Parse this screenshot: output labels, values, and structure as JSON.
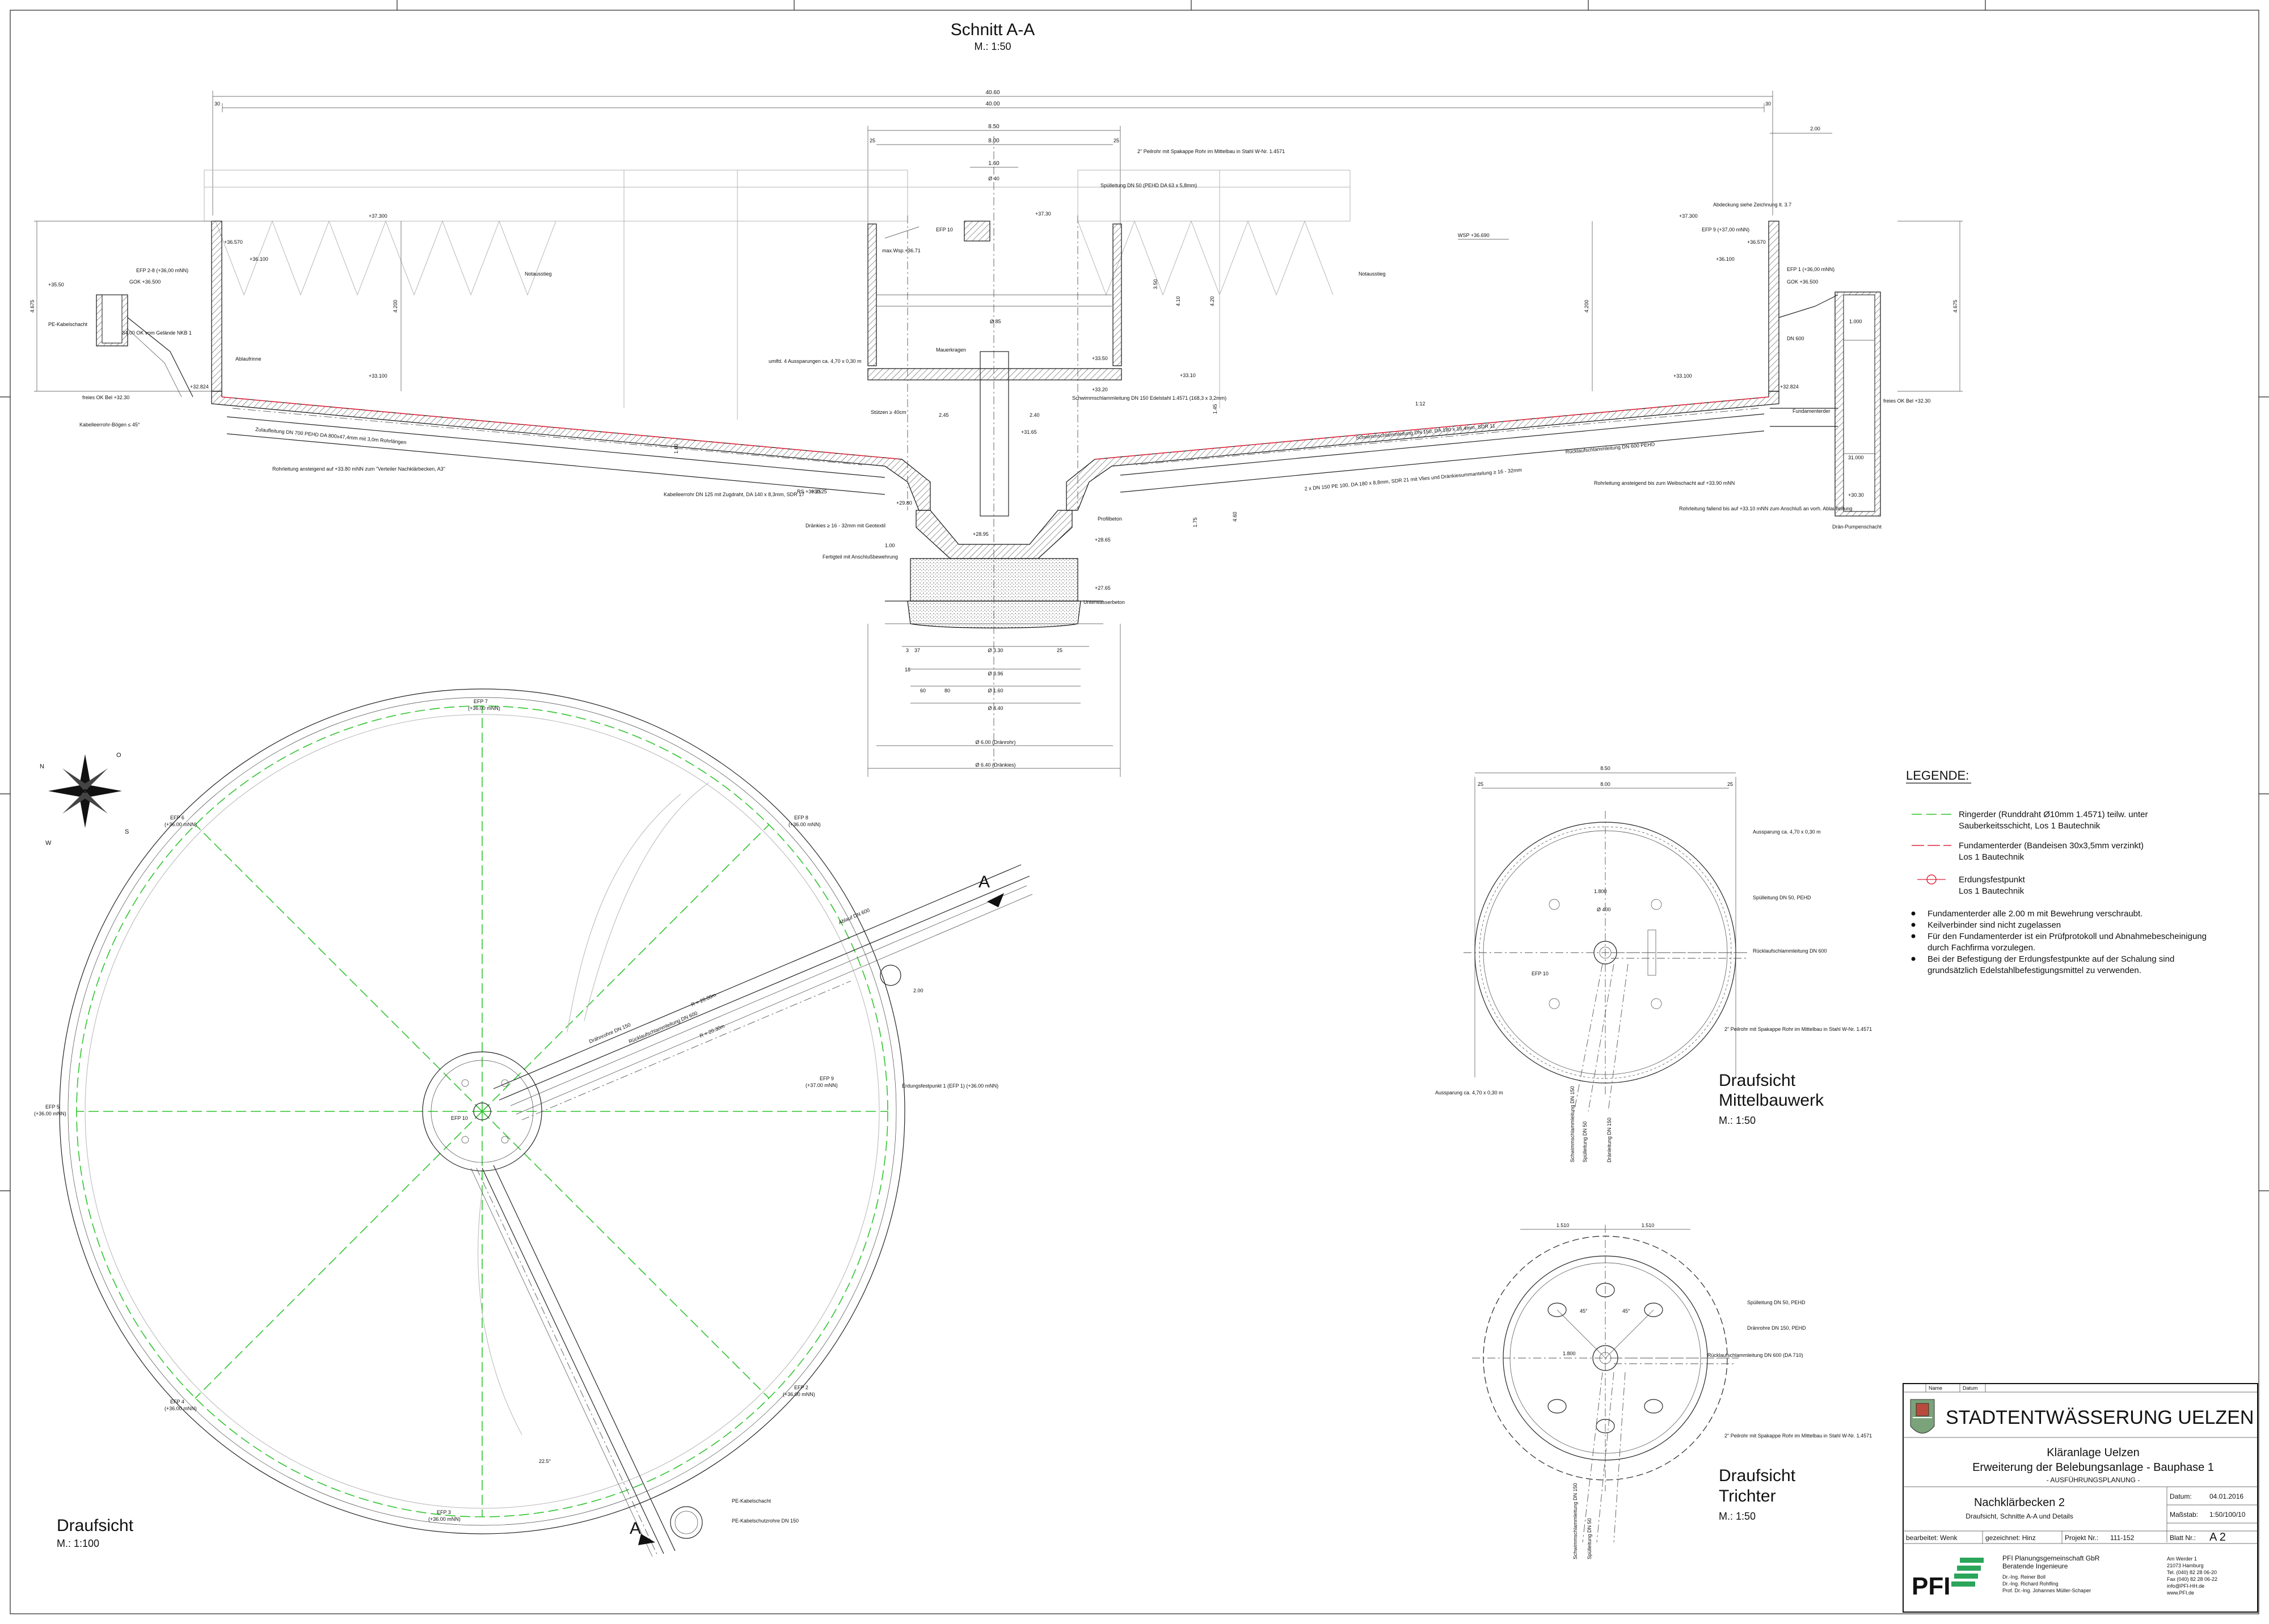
{
  "section": {
    "title": "Schnitt A-A",
    "scale": "M.: 1:50",
    "dims": {
      "total_outer": "40.60",
      "total_inner": "40.00",
      "edge_left": "30",
      "edge_right": "30",
      "center_outer": "8.50",
      "center_mid": "8.00",
      "center_inner": "1.60",
      "center_edge_l": "25",
      "center_edge_r": "25",
      "right_offset": "2.00",
      "diam_40": "Ø 40",
      "diam_85": "Ø 85",
      "height_4200_l": "4.200",
      "height_4200_r": "4.200",
      "height_4675_l": "4.675",
      "height_4675_r": "4.675",
      "h_350": "3.50",
      "h_410": "4.10",
      "h_420": "4.20",
      "h_145": "1.45",
      "h_160": "1.60",
      "h_175": "1.75",
      "h_460": "4.60",
      "h_100": "1.00",
      "h_245": "2.45",
      "h_240": "2.40",
      "h_1000": "1.000",
      "h_31000": "31.000",
      "slope_l": "1:12",
      "slope_r": "1:12"
    },
    "levels": {
      "top_l": "+37.300",
      "top_r": "+37.300",
      "efp_l": "EFP 2-8 (+36,00 mNN)",
      "efp_r": "EFP 1 (+36,00 mNN)",
      "efp9": "EFP 9 (+37,00 mNN)",
      "efp10": "EFP 10",
      "gok_l": "GOK +36.500",
      "gok_r": "GOK +36.500",
      "lvl_36570_l": "+36.570",
      "lvl_36570_r": "+36.570",
      "lvl_36100_l": "+36.100",
      "lvl_36100_r": "+36.100",
      "lvl_3550": "+35.50",
      "floor_l": "+33.100",
      "floor_r": "+33.100",
      "c_3730": "+37.30",
      "c_3350": "+33.50",
      "c_3310": "+33.10",
      "c_3320": "+33.20",
      "c_3165": "+31.65",
      "c_3025": "+30.25",
      "c_2980": "+29.80",
      "c_2895": "+28.95",
      "c_2865": "+28.65",
      "c_2765": "+27.65",
      "wsp": "WSP +36.690",
      "maxwsp": "max.Wsp.+36.71",
      "edge_l": "+32.824",
      "edge_r": "+32.824",
      "sohle_l": "freies OK Bel +32.30",
      "sohle_r": "freies OK Bel +32.30",
      "kab_l": "+34.00 OK vom Gelände NKB 1",
      "pump_top": "+30.30",
      "pump_mid": "31.000"
    },
    "notes": {
      "notausstieg_l": "Notausstieg",
      "notausstieg_r": "Notausstieg",
      "ablaufrinne": "Ablaufrinne",
      "kabelschacht": "PE-Kabelschacht",
      "kabelrohr": "Kabelleerrohr-Bögen ≤ 45°",
      "zulauf": "Zulaufleitung DN 700 PEHD DA 800x47,4mm mit 3,0m Rohrlängen",
      "rohr_l": "Rohrleitung ansteigend auf +33.80 mNN zum \"Verteiler Nachklärbecken, A3\"",
      "kabel125": "Kabelleerrohr DN 125 mit Zugdraht, DA 140 x 8,3mm, SDR 17",
      "rs": "RS +30.25",
      "drain": "Dränkies ≥ 16 - 32mm mit Geotextil",
      "fertigteil": "Fertigteil mit Anschlußbewehrung",
      "unterwasser": "Unterwasserbeton",
      "profilbeton": "Profilbeton",
      "schwimm": "Schwimmschlammleitung DN 150 Edelstahl 1.4571 (168,3 x 3,2mm)",
      "stutzen": "Stützen ≥ 40cm",
      "mauerkragen": "Mauerkragen",
      "aussparung": "umlfd. 4 Aussparungen ca. 4,70 x 0,30 m",
      "peilrohr": "2\" Peilrohr mit Spakappe Rohr im Mittelbau in Stahl W-Nr. 1.4571",
      "spuel": "Spülleitung DN 50 (PEHD DA 63 x 5,8mm)",
      "abdeckung": "Abdeckung siehe Zeichnung lt. 3.7",
      "schwimm_r": "Schwimmschlammleitung DN 150, DA 180 x 16,4mm, SDR 11",
      "ruecklauf": "Rücklaufschlammleitung DN 600 PEHD",
      "fundament": "Fundamenterder",
      "dn600": "DN 600",
      "drain2": "2 x DN 150 PE 100, DA 180 x 8,8mm, SDR 21 mit Vlies und Dränkiesummantelung ≥ 16 - 32mm",
      "rohr_r1": "Rohrleitung ansteigend bis zum Weibschacht auf +33.90 mNN",
      "rohr_r2": "Rohrleitung fallend bis auf +33.10 mNN zum Anschluß an vorh. Ablaufleitung",
      "pumpe": "Drän-Pumpenschacht"
    },
    "bottom_dims": {
      "d330": "Ø 3.30",
      "d396": "Ø 3.96",
      "d160": "Ø 1.60",
      "d440": "Ø 4.40",
      "d600": "Ø 6.00 (Dränrohr)",
      "d640": "Ø 6.40 (Dränkies)",
      "a": "3",
      "b": "37",
      "c": "25",
      "d": "18",
      "e": "60",
      "f": "80"
    }
  },
  "plan": {
    "title": "Draufsicht",
    "scale": "M.: 1:100",
    "efp": [
      {
        "label": "EFP 7",
        "level": "(+36.00 mNN)"
      },
      {
        "label": "EFP 6",
        "level": "(+36.00 mNN)"
      },
      {
        "label": "EFP 8",
        "level": "(+36.00 mNN)"
      },
      {
        "label": "EFP 5",
        "level": "(+36.00 mNN)"
      },
      {
        "label": "EFP 9",
        "level": "(+37.00 mNN)"
      },
      {
        "label": "EFP 4",
        "level": "(+36.00 mNN)"
      },
      {
        "label": "EFP 2",
        "level": "(+36.00 mNN)"
      },
      {
        "label": "EFP 3",
        "level": "(+36.00 mNN)"
      }
    ],
    "efp1": "Erdungsfestpunkt 1 (EFP 1) (+36.00 mNN)",
    "efp10": "EFP 10",
    "radius1": "R = 20.00m",
    "radius2": "R = 20.30m",
    "ablauf": "Ablauf DN 600",
    "druck": "Drähnrohre DN 150",
    "rueck": "Rücklaufschlammleitung DN 600",
    "kabelschacht": "PE-Kabelschacht",
    "kabelschutz": "PE-Kabelschutzrohre DN 150",
    "angle": "22.5°",
    "dim_200": "2.00",
    "section_mark": "A",
    "compass": {
      "n": "N",
      "o": "O",
      "s": "S",
      "w": "W"
    }
  },
  "mittel": {
    "title1": "Draufsicht",
    "title2": "Mittelbauwerk",
    "scale": "M.: 1:50",
    "d850": "8.50",
    "d800": "8.00",
    "e25a": "25",
    "e25b": "25",
    "d1800": "1.800",
    "d400": "Ø 400",
    "aus1": "Aussparung ca. 4,70 x 0,30 m",
    "aus2": "Aussparung ca. 4,70 x 0,30 m",
    "spuel": "Spülleitung DN 50, PEHD",
    "rueck": "Rücklaufschlammleitung DN 600",
    "peil": "2\" Peilrohr mit Spakappe Rohr im Mittelbau in Stahl W-Nr. 1.4571",
    "efp10": "EFP 10",
    "schwimm": "Schwimmschlammleitung DN 150",
    "spuel2": "Spülleitung DN 50",
    "drain": "Dränleitung DN 150"
  },
  "trichter": {
    "title1": "Draufsicht",
    "title2": "Trichter",
    "scale": "M.: 1:50",
    "d1510a": "1.510",
    "d1510b": "1.510",
    "d1800": "1.800",
    "spuel": "Spülleitung DN 50, PEHD",
    "drain": "Dränrohre DN 150, PEHD",
    "rueck": "Rücklaufschlammleitung DN 600 (DA 710)",
    "peil": "2\" Peilrohr mit Spakappe Rohr im Mittelbau in Stahl W-Nr. 1.4571",
    "schwimm": "Schwimmschlammleitung DN 150",
    "spuel2": "Spülleitung DN 50",
    "ang1": "45°",
    "ang2": "45°"
  },
  "legend": {
    "title": "LEGENDE:",
    "items": [
      {
        "line1": "Ringerder (Runddraht Ø10mm 1.4571) teilw. unter",
        "line2": "Sauberkeitsschicht,  Los 1 Bautechnik"
      },
      {
        "line1": "Fundamenterder (Bandeisen 30x3,5mm verzinkt)",
        "line2": "Los 1 Bautechnik"
      },
      {
        "line1": "Erdungsfestpunkt",
        "line2": "Los 1 Bautechnik"
      }
    ],
    "notes": [
      "Fundamenterder alle 2.00 m mit Bewehrung verschraubt.",
      "Keilverbinder sind nicht zugelassen",
      "Für den Fundamenterder ist ein Prüfprotokoll und Abnahmebescheinigung",
      "durch Fachfirma vorzulegen.",
      "Bei der Befestigung der Erdungsfestpunkte auf der Schalung sind",
      "grundsätzlich Edelstahlbefestigungsmittel zu verwenden."
    ],
    "colors": {
      "ring": "#2fc42f",
      "fund": "#e0253a"
    }
  },
  "titleblock": {
    "hdr_name": "Name",
    "hdr_datum": "Datum",
    "org": "STADTENTWÄSSERUNG UELZEN",
    "project1": "Kläranlage Uelzen",
    "project2": "Erweiterung der Belebungsanlage - Bauphase 1",
    "project3": "- AUSFÜHRUNGSPLANUNG -",
    "drawing1": "Nachklärbecken 2",
    "drawing2": "Draufsicht, Schnitte A-A und Details",
    "datum_l": "Datum:",
    "datum_v": "04.01.2016",
    "mass_l": "Maßstab:",
    "mass_v": "1:50/100/10",
    "blatt_l": "Blatt Nr.:",
    "blatt_v": "A 2",
    "bearb": "bearbeitet:  Wenk",
    "gez": "gezeichnet:  Hinz",
    "projnr_l": "Projekt Nr.:",
    "projnr_v": "111-152",
    "firm_logo": "PFI",
    "firm1": "PFI Planungsgemeinschaft GbR",
    "firm2": "Beratende Ingenieure",
    "firm3": "Dr.-Ing. Reiner Boll",
    "firm4": "Dr.-Ing. Richard Rohlfing",
    "firm5": "Prof. Dr.-Ing. Johannes Müller-Schaper",
    "addr1": "Am Werder 1",
    "addr2": "21073 Hamburg",
    "addr3": "Tel. (040) 82 28 06-20",
    "addr4": "Fax (040) 82 28 06-22",
    "addr5": "info@PFI-HH.de",
    "addr6": "www.PFI.de"
  }
}
